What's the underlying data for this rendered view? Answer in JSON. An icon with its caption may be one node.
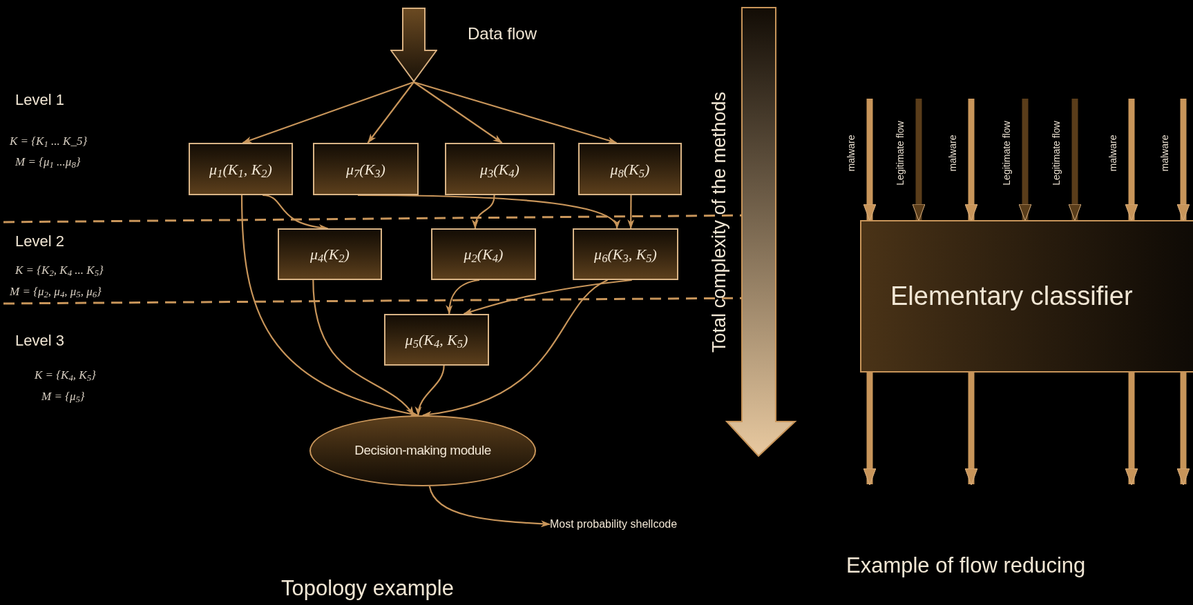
{
  "diagram": {
    "nodes": [
      {
        "text": [],
        "shape": "arrow",
        "beside": [
          "Data flow"
        ]
      },
      {
        "text": [
          "μ$_{1}$(K$_{1}$, K$_{2}$)"
        ]
      },
      {
        "text": [
          "μ$_{7}$(K$_{3}$)"
        ]
      },
      {
        "text": [
          "μ$_{3}$(K$_{4}$)"
        ]
      },
      {
        "text": [
          "μ$_{8}$(K$_{5}$)"
        ]
      },
      {
        "text": [
          "μ$_{4}$(K$_{2}$)"
        ]
      },
      {
        "text": [
          "μ$_{2}$(K$_{4}$)"
        ]
      },
      {
        "text": [
          "μ$_{6}$(K$_{3}$, K$_{5}$)"
        ]
      },
      {
        "text": [
          "μ$_{5}$(K$_{4}$, K$_{5}$)"
        ]
      },
      {
        "text": [
          "Decision-making module"
        ]
      },
      {
        "text": [
          "Most probability shellcode"
        ]
      },
      {
        "text": [
          "Elementary classifier"
        ]
      }
    ],
    "edges": [
      {
        "from": 0,
        "to": 1,
        "arrow": "to"
      },
      {
        "from": 0,
        "to": 2,
        "arrow": "to"
      },
      {
        "from": 0,
        "to": 3,
        "arrow": "to"
      },
      {
        "from": 0,
        "to": 4,
        "arrow": "to"
      },
      {
        "from": 1,
        "to": 5,
        "arrow": "to"
      },
      {
        "from": 1,
        "to": 9,
        "arrow": "to"
      },
      {
        "from": 2,
        "to": 7,
        "arrow": "to"
      },
      {
        "from": 3,
        "to": 6,
        "arrow": "to"
      },
      {
        "from": 4,
        "to": 7,
        "arrow": "to"
      },
      {
        "from": 5,
        "to": 9,
        "arrow": "to"
      },
      {
        "from": 6,
        "to": 8,
        "arrow": "to"
      },
      {
        "from": 7,
        "to": 8,
        "arrow": "to"
      },
      {
        "from": 7,
        "to": 9,
        "arrow": "to"
      },
      {
        "from": 8,
        "to": 9,
        "arrow": "to"
      },
      {
        "from": 9,
        "to": 10,
        "arrow": "to"
      },
      {
        "from": null,
        "to": 11,
        "arrow": "to",
        "label": "malware",
        "style": "thick"
      },
      {
        "from": null,
        "to": 11,
        "arrow": "to",
        "label": "Legitimate flow",
        "style": "thick",
        "color": "#5a3d1a"
      },
      {
        "from": null,
        "to": 11,
        "arrow": "to",
        "label": "malware",
        "style": "thick"
      },
      {
        "from": null,
        "to": 11,
        "arrow": "to",
        "label": "Legitimate flow",
        "style": "thick",
        "color": "#5a3d1a"
      },
      {
        "from": null,
        "to": 11,
        "arrow": "to",
        "label": "Legitimate flow",
        "style": "thick",
        "color": "#5a3d1a"
      },
      {
        "from": null,
        "to": 11,
        "arrow": "to",
        "label": "malware",
        "style": "thick"
      },
      {
        "from": null,
        "to": 11,
        "arrow": "to",
        "label": "malware",
        "style": "thick"
      },
      {
        "from": 11,
        "to": null,
        "arrow": "to",
        "style": "thick"
      },
      {
        "from": 11,
        "to": null,
        "arrow": "to",
        "style": "thick"
      },
      {
        "from": 11,
        "to": null,
        "arrow": "to",
        "style": "thick"
      },
      {
        "from": 11,
        "to": null,
        "arrow": "to",
        "style": "thick"
      }
    ],
    "labels": [
      "Level 1",
      "K = {K$_{1}$ ... K_5}",
      "M = {μ$_{1}$ ...μ$_{8}$}",
      "Level 2",
      "K = {K$_{2}$, K$_{4}$ ... K$_{5}$}",
      "M = {μ$_{2}$, μ$_{4}$, μ$_{5}$, μ$_{6}$}",
      "Level 3",
      "K = {K$_{4}$, K$_{5}$}",
      "M = {μ$_{5}$}",
      "Total complexity of the methods",
      "Topology example",
      "Example of flow reducing"
    ]
  }
}
